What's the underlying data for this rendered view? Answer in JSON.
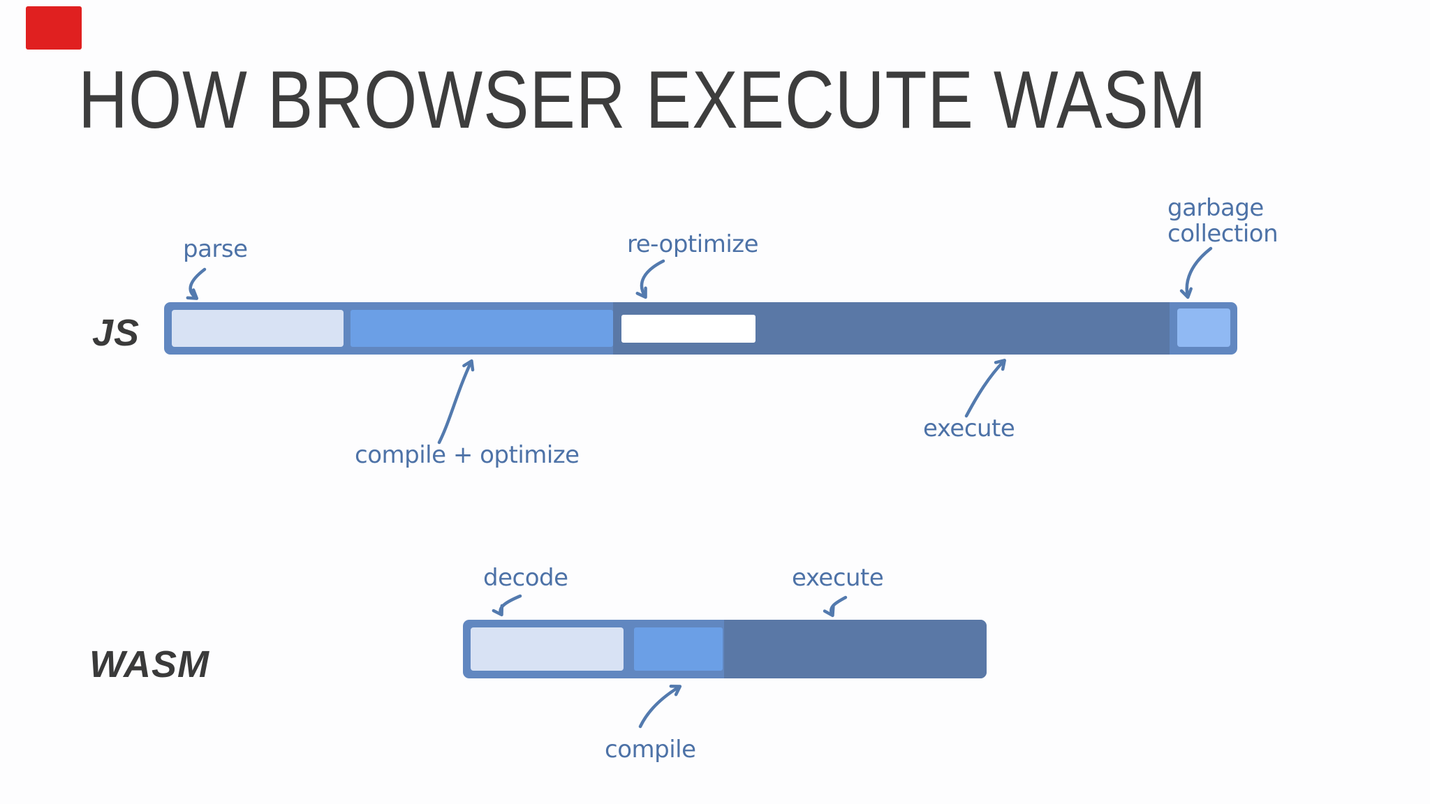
{
  "slide": {
    "title": "HOW BROWSER EXECUTE WASM"
  },
  "colors": {
    "bar_border": "#6187c0",
    "segment_light": "#d8e2f4",
    "segment_medium": "#6b9fe6",
    "segment_dark": "#5a78a6",
    "segment_sky": "#90b9f3",
    "segment_white": "#ffffff",
    "annotation": "#4d72a7",
    "heading_text": "#3d3d3d",
    "badge": "#e02020"
  },
  "rows": [
    {
      "label": "JS",
      "segments": [
        {
          "name": "parse"
        },
        {
          "name": "compile + optimize"
        },
        {
          "name": "re-optimize"
        },
        {
          "name": "execute"
        },
        {
          "name": "garbage collection"
        }
      ]
    },
    {
      "label": "WASM",
      "segments": [
        {
          "name": "decode"
        },
        {
          "name": "compile"
        },
        {
          "name": "execute"
        }
      ]
    }
  ],
  "annotations": {
    "parse": "parse",
    "compile_optimize": "compile + optimize",
    "re_optimize": "re-optimize",
    "execute_js": "execute",
    "garbage_collection": "garbage collection",
    "decode": "decode",
    "compile_wasm": "compile",
    "execute_wasm": "execute"
  }
}
